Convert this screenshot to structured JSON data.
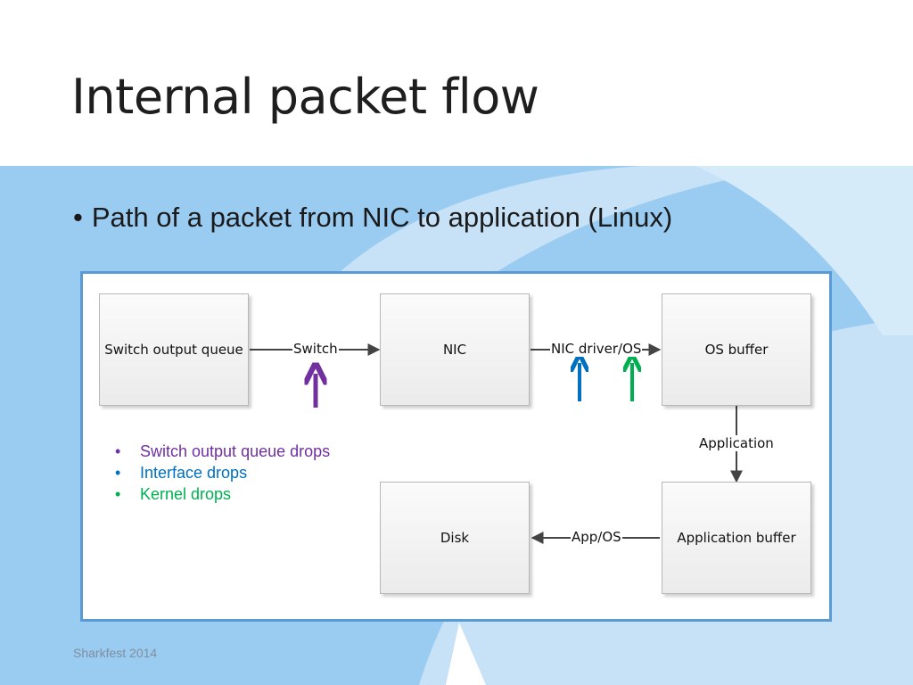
{
  "slide": {
    "title": "Internal packet flow",
    "bullet": "Path of a packet from NIC to application (Linux)",
    "footer": "Sharkfest 2014"
  },
  "diagram": {
    "boxes": {
      "switch_output_queue": "Switch output queue",
      "nic": "NIC",
      "os_buffer": "OS buffer",
      "disk": "Disk",
      "application_buffer": "Application buffer"
    },
    "edge_labels": {
      "switch": "Switch",
      "nic_driver_os": "NIC driver/OS",
      "application": "Application",
      "app_os": "App/OS"
    },
    "legend": [
      {
        "label": "Switch output queue drops",
        "color": "#7030a0"
      },
      {
        "label": "Interface drops",
        "color": "#0070c0"
      },
      {
        "label": "Kernel drops",
        "color": "#00b050"
      }
    ]
  },
  "colors": {
    "background_blue": "#9acbf1",
    "frame_border": "#5b9bd5",
    "purple_arrow": "#7030a0",
    "blue_arrow": "#0070c0",
    "green_arrow": "#00b050"
  }
}
